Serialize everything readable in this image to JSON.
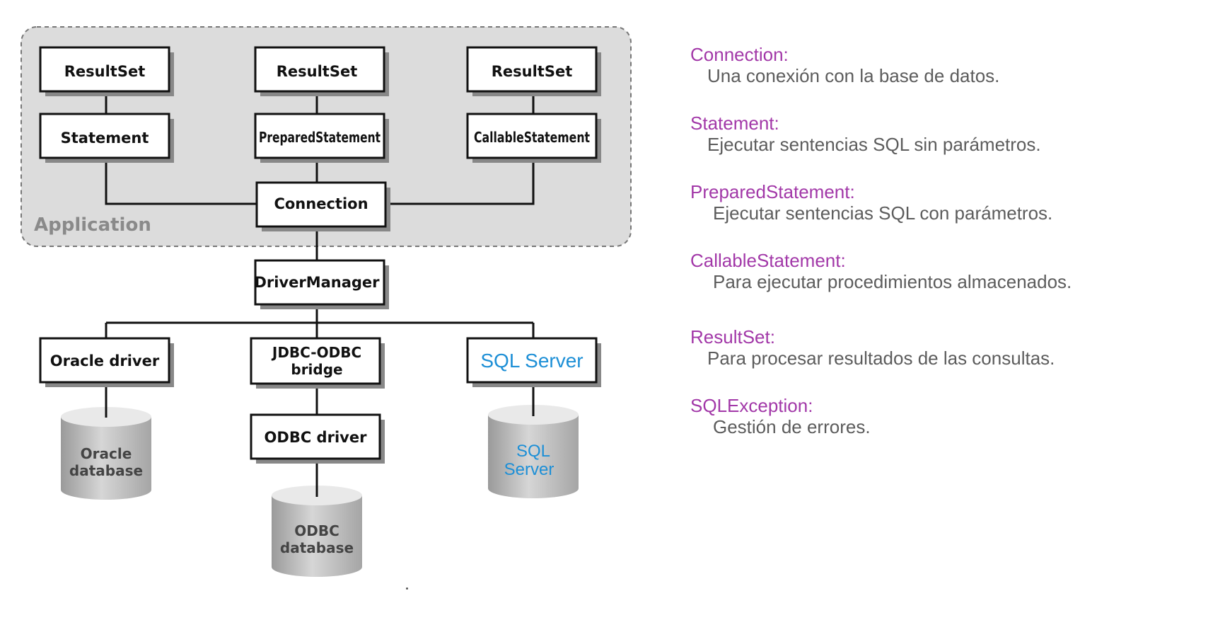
{
  "diagram": {
    "application_label": "Application",
    "boxes": {
      "resultset_1": "ResultSet",
      "resultset_2": "ResultSet",
      "resultset_3": "ResultSet",
      "statement": "Statement",
      "prepared_statement": "PreparedStatement",
      "callable_statement": "CallableStatement",
      "connection": "Connection",
      "driver_manager": "DriverManager",
      "oracle_driver": "Oracle driver",
      "jdbc_odbc_bridge_line1": "JDBC-ODBC",
      "jdbc_odbc_bridge_line2": "bridge",
      "sql_server_driver": "SQL Server",
      "odbc_driver": "ODBC driver"
    },
    "databases": {
      "oracle_line1": "Oracle",
      "oracle_line2": "database",
      "odbc_line1": "ODBC",
      "odbc_line2": "database",
      "sqlserver_line1": "SQL",
      "sqlserver_line2": "Server"
    }
  },
  "legend": [
    {
      "term": "Connection:",
      "description": "Una conexión con la base de datos."
    },
    {
      "term": "Statement:",
      "description": "Ejecutar sentencias SQL sin parámetros."
    },
    {
      "term": "PreparedStatement:",
      "description": "Ejecutar sentencias SQL con parámetros."
    },
    {
      "term": "CallableStatement:",
      "description": "Para ejecutar procedimientos almacenados."
    },
    {
      "term": "ResultSet:",
      "description": "Para procesar resultados de las consultas."
    },
    {
      "term": "SQLException:",
      "description": "Gestión de errores."
    }
  ],
  "colors": {
    "term": "#a238a8",
    "description": "#5c5c5c",
    "sql_server_blue": "#1d8fd6",
    "application_panel": "#dcdcdc"
  }
}
